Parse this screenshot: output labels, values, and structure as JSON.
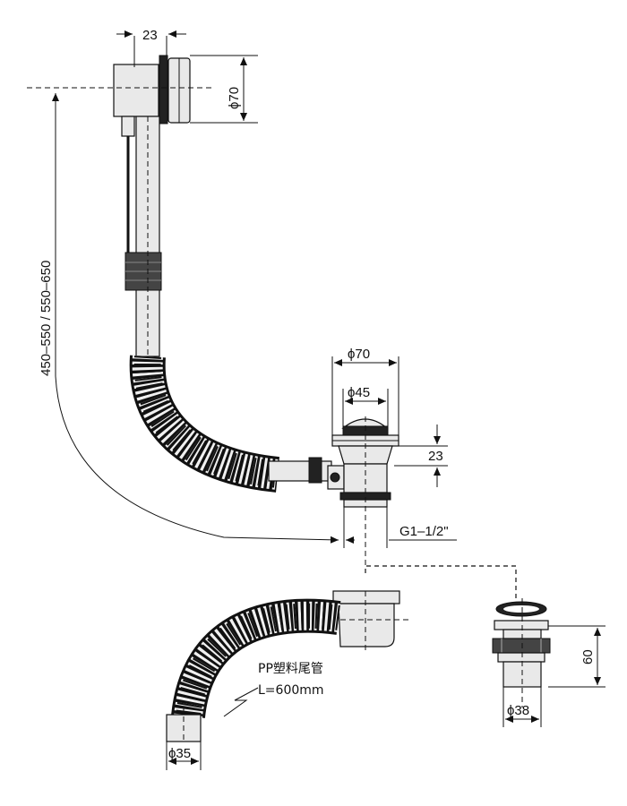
{
  "dimensions": {
    "overflow_depth": "23",
    "overflow_diameter": "ϕ70",
    "vertical_range": "450–550 / 550–650",
    "drain_outer_diameter": "ϕ70",
    "drain_inner_diameter": "ϕ45",
    "drain_height": "23",
    "thread": "G1–1/2\"",
    "tail_pipe_diameter": "ϕ35",
    "adapter_height": "60",
    "adapter_diameter": "ϕ38"
  },
  "notes": {
    "tail_pipe_material": "PP塑料尾管",
    "tail_pipe_length": "L=600mm"
  }
}
